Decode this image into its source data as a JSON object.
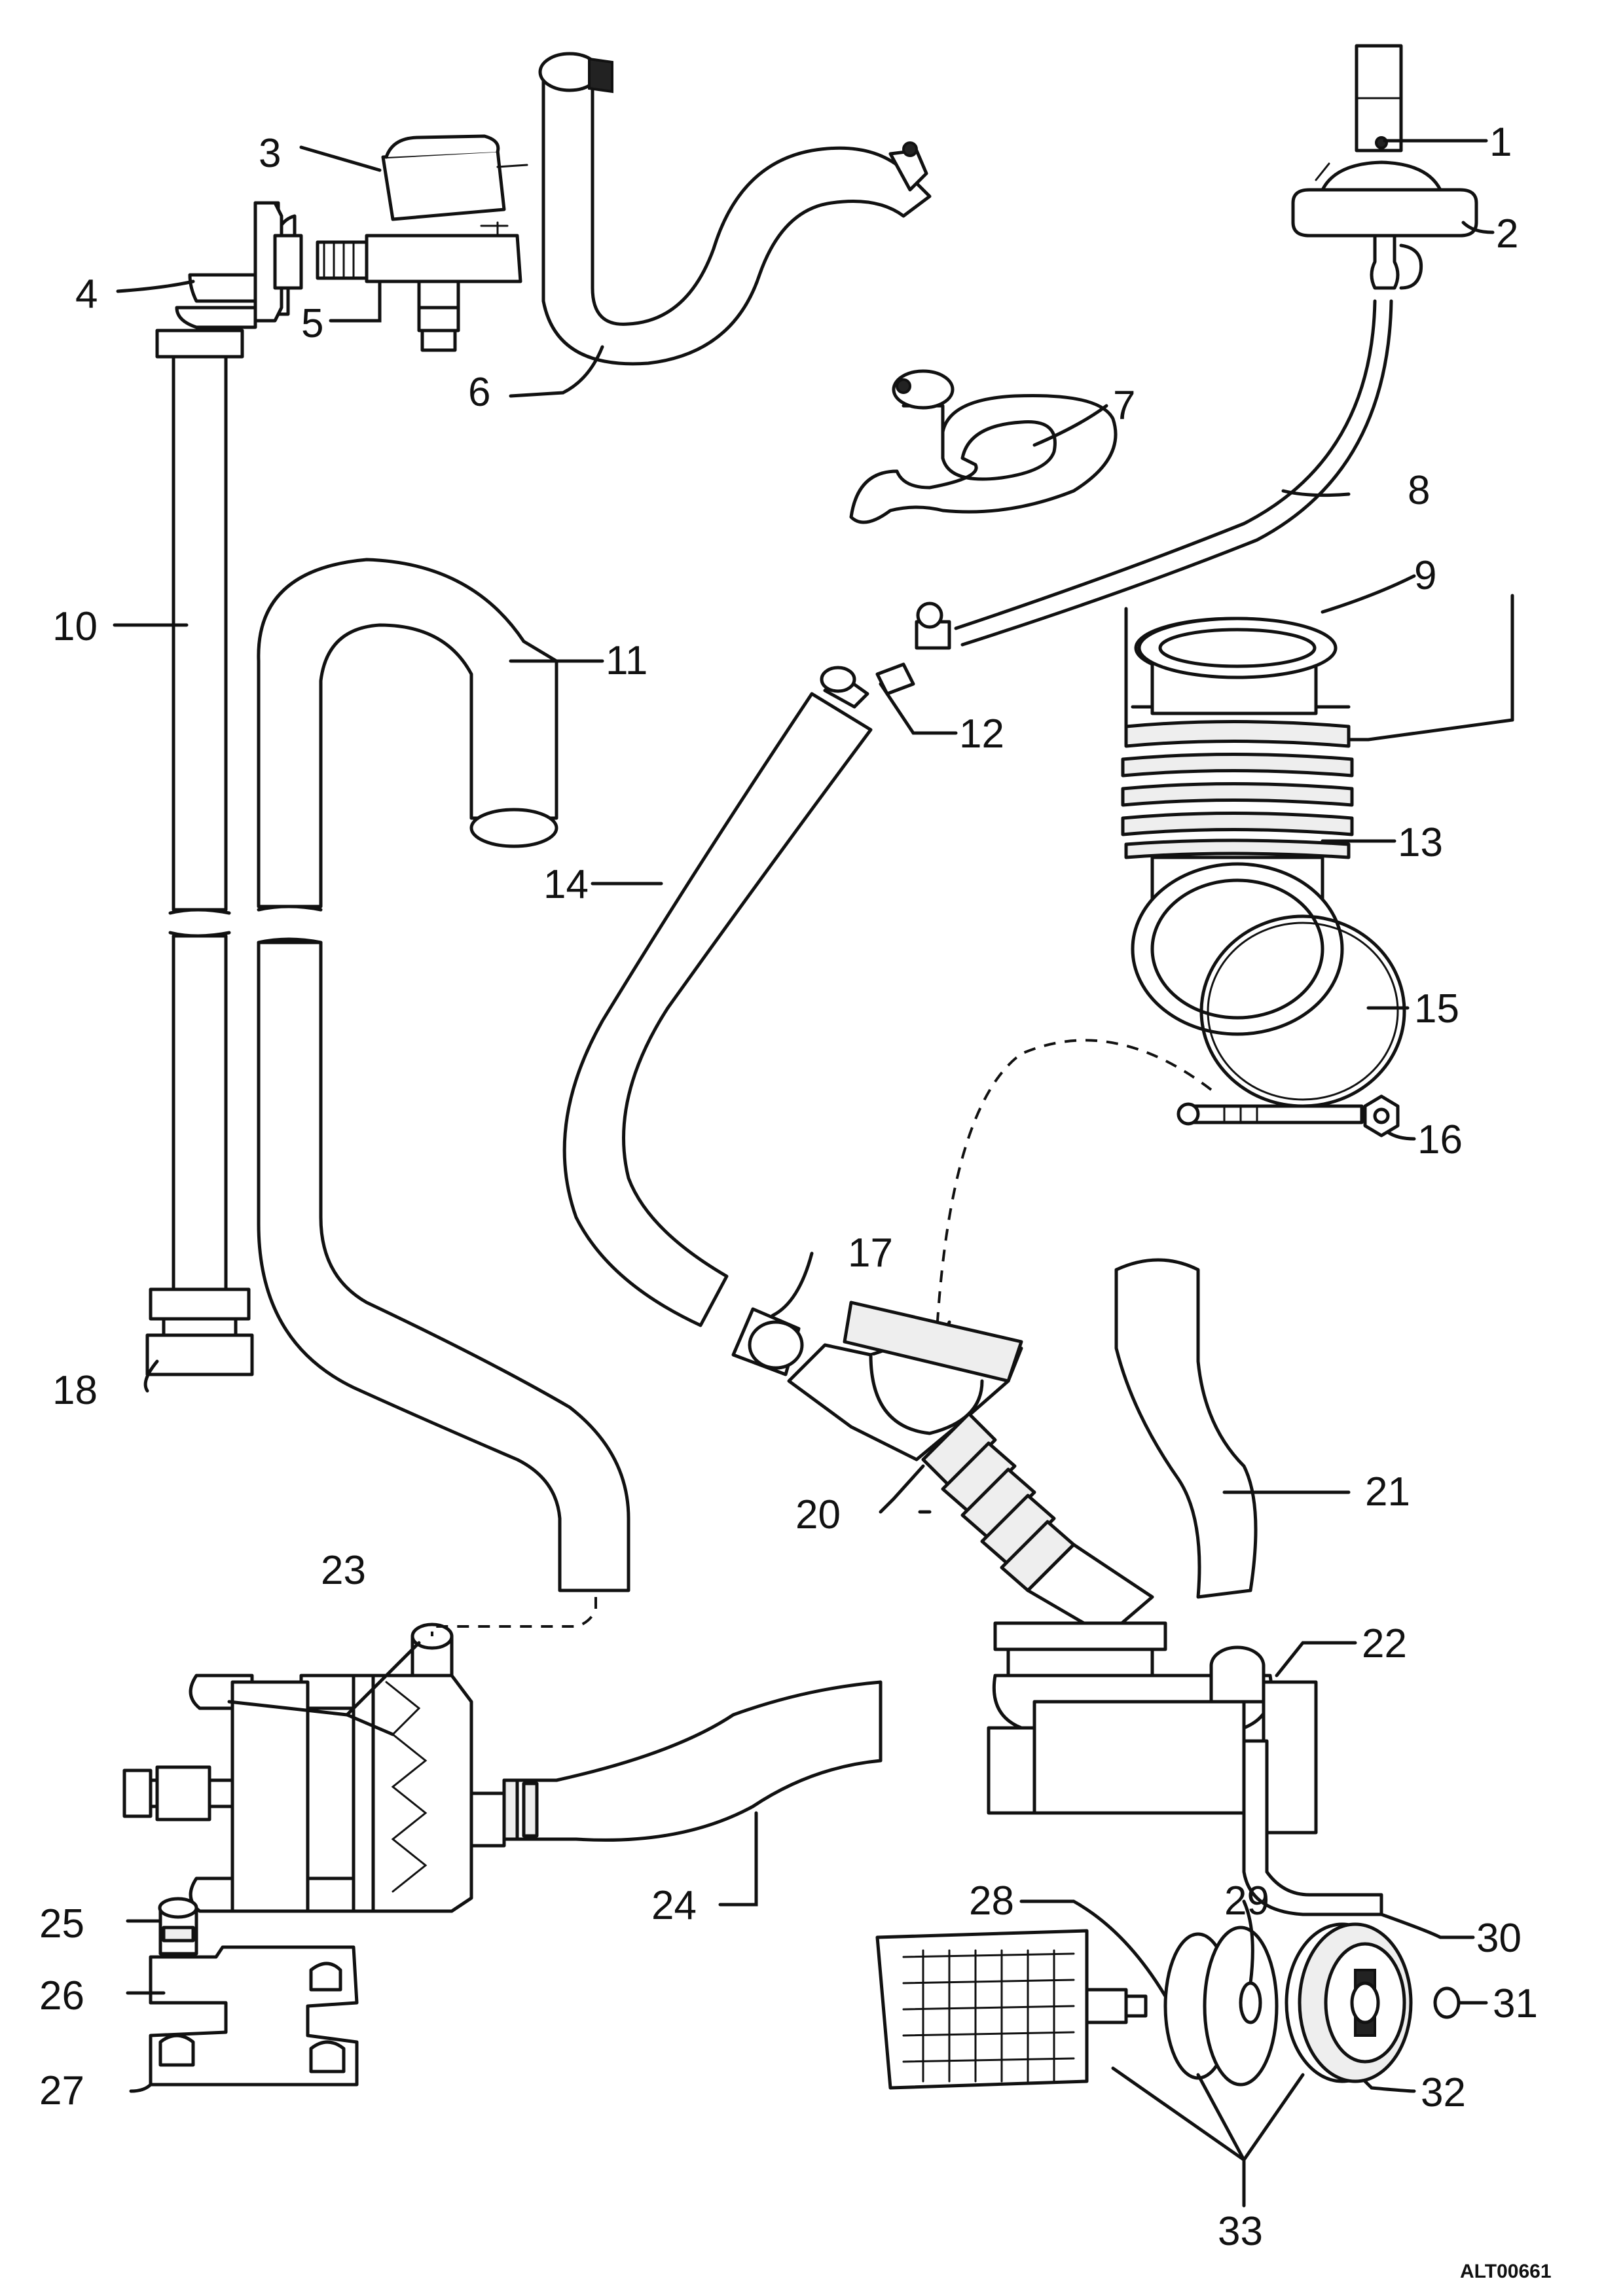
{
  "drawing_ref": "ALT00661",
  "callouts": {
    "c1": "1",
    "c2": "2",
    "c3": "3",
    "c4": "4",
    "c5": "5",
    "c6": "6",
    "c7": "7",
    "c8": "8",
    "c9": "9",
    "c10": "10",
    "c11": "11",
    "c12": "12",
    "c13": "13",
    "c14": "14",
    "c15": "15",
    "c16": "16",
    "c17": "17",
    "c18": "18",
    "c20": "20",
    "c21": "21",
    "c22": "22",
    "c23": "23",
    "c24": "24",
    "c25": "25",
    "c26": "26",
    "c27": "27",
    "c28": "28",
    "c29": "29",
    "c30": "30",
    "c31": "31",
    "c32": "32",
    "c33": "33"
  }
}
